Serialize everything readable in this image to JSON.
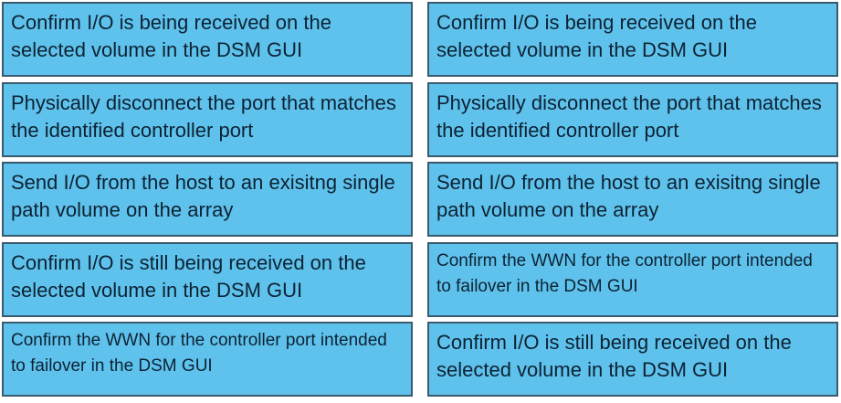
{
  "left": [
    {
      "text": "Confirm I/O is being received on the selected volume in the DSM GUI",
      "small": false
    },
    {
      "text": "Physically disconnect the port that matches the identified controller port",
      "small": false
    },
    {
      "text": "Send I/O from the host to an exisitng single path volume on the array",
      "small": false
    },
    {
      "text": "Confirm I/O is still being received on the selected volume in the DSM GUI",
      "small": false
    },
    {
      "text": "Confirm the WWN for the controller port intended to failover in the DSM GUI",
      "small": true
    }
  ],
  "right": [
    {
      "text": "Confirm I/O is being received on the selected volume in the DSM GUI",
      "small": false
    },
    {
      "text": "Physically disconnect the port that matches the identified controller port",
      "small": false
    },
    {
      "text": "Send I/O from the host to an exisitng single path volume on the array",
      "small": false
    },
    {
      "text": "Confirm the WWN for the controller port intended to failover in the DSM GUI",
      "small": true
    },
    {
      "text": "Confirm I/O is still being received on the selected volume in the DSM GUI",
      "small": false
    }
  ]
}
